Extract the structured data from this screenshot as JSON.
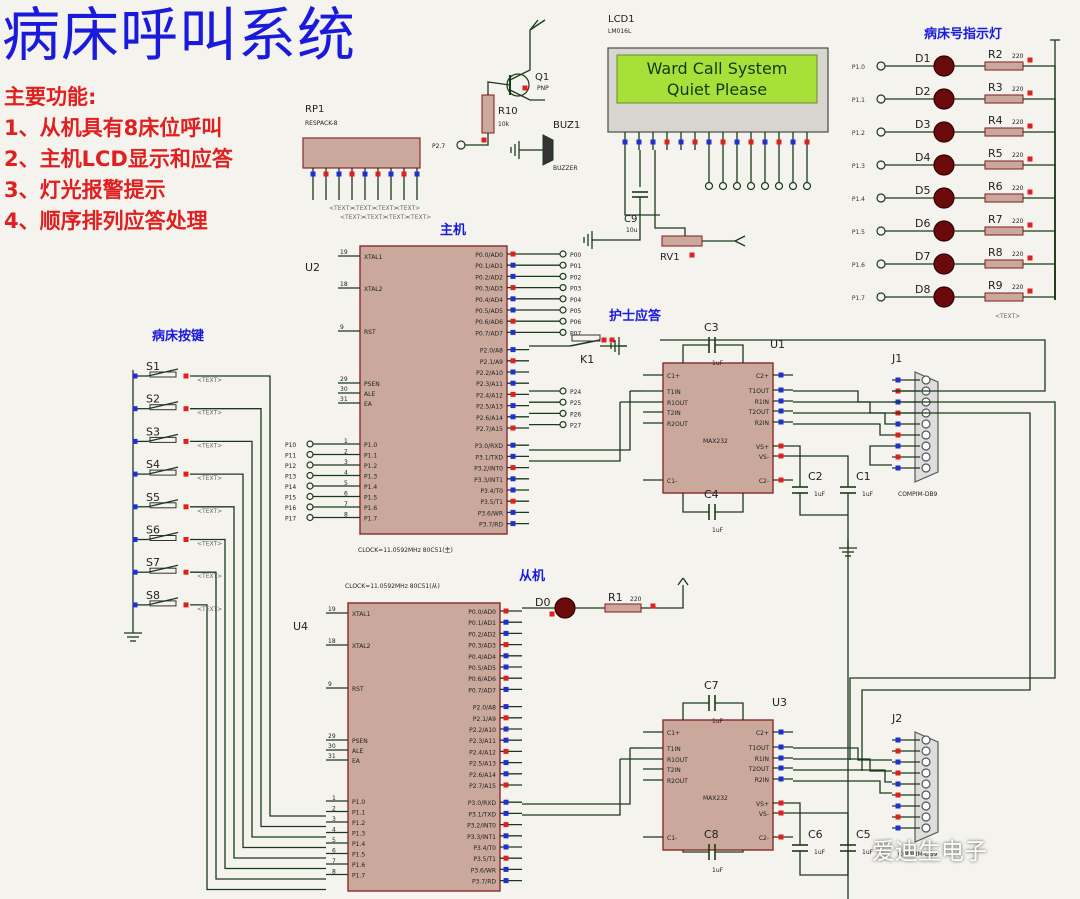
{
  "title": "病床呼叫系统",
  "features": {
    "heading": "主要功能:",
    "items": [
      "1、从机具有8床位呼叫",
      "2、主机LCD显示和应答",
      "3、灯光报警提示",
      "4、顺序排列应答处理"
    ]
  },
  "labels": {
    "master": "主机",
    "slave": "从机",
    "nurse_answer": "护士应答",
    "bed_keys": "病床按键",
    "bed_lamps": "病床号指示灯"
  },
  "lcd": {
    "ref": "LCD1",
    "part": "LM016L",
    "line1": "Ward Call System",
    "line2": "Quiet Please"
  },
  "components": {
    "rp1": "RP1",
    "rp1_part": "RESPACK-8",
    "q1": "Q1",
    "q1_part": "PNP",
    "r10": "R10",
    "r10_val": "10k",
    "buz1": "BUZ1",
    "buz1_part": "BUZZER",
    "p27_q": "P2.7",
    "c9": "C9",
    "c9_val": "10u",
    "rv1": "RV1",
    "u2": "U2",
    "u4": "U4",
    "u1": "U1",
    "u3": "U3",
    "u_part": "MAX232",
    "j1": "J1",
    "j2": "J2",
    "j_part": "COMPIM-DB9",
    "c1": "C1",
    "c2": "C2",
    "c3": "C3",
    "c4": "C4",
    "c5": "C5",
    "c6": "C6",
    "c7": "C7",
    "c8": "C8",
    "cap_val": "1uF",
    "k1": "K1",
    "d0": "D0",
    "r1": "R1",
    "r_val": "220",
    "clock_master": "CLOCK=11.0592MHz  80C51(主)",
    "clock_slave": "CLOCK=11.0592MHz  80C51(从)"
  },
  "bed_switches": [
    "S1",
    "S2",
    "S3",
    "S4",
    "S5",
    "S6",
    "S7",
    "S8"
  ],
  "bed_lamps": [
    {
      "port": "P1.0",
      "led": "D1",
      "res": "R2",
      "val": "220"
    },
    {
      "port": "P1.1",
      "led": "D2",
      "res": "R3",
      "val": "220"
    },
    {
      "port": "P1.2",
      "led": "D3",
      "res": "R4",
      "val": "220"
    },
    {
      "port": "P1.3",
      "led": "D4",
      "res": "R5",
      "val": "220"
    },
    {
      "port": "P1.4",
      "led": "D5",
      "res": "R6",
      "val": "220"
    },
    {
      "port": "P1.5",
      "led": "D6",
      "res": "R7",
      "val": "220"
    },
    {
      "port": "P1.6",
      "led": "D7",
      "res": "R8",
      "val": "220"
    },
    {
      "port": "P1.7",
      "led": "D8",
      "res": "R9",
      "val": "220"
    }
  ],
  "mcu_left_top": [
    "XTAL1",
    "XTAL2",
    "RST",
    "PSEN",
    "ALE",
    "EA"
  ],
  "mcu_right": [
    "P0.0/AD0",
    "P0.1/AD1",
    "P0.2/AD2",
    "P0.3/AD3",
    "P0.4/AD4",
    "P0.5/AD5",
    "P0.6/AD6",
    "P0.7/AD7",
    "P2.0/A8",
    "P2.1/A9",
    "P2.2/A10",
    "P2.3/A11",
    "P2.4/A12",
    "P2.5/A13",
    "P2.6/A14",
    "P2.7/A15",
    "P3.0/RXD",
    "P3.1/TXD",
    "P3.2/INT0",
    "P3.3/INT1",
    "P3.4/T0",
    "P3.5/T1",
    "P3.6/WR",
    "P3.7/RD"
  ],
  "p1_pins": [
    "P1.0",
    "P1.1",
    "P1.2",
    "P1.3",
    "P1.4",
    "P1.5",
    "P1.6",
    "P1.7"
  ],
  "p0_net": [
    "P00",
    "P01",
    "P02",
    "P03",
    "P04",
    "P05",
    "P06",
    "P07"
  ],
  "p2_net": [
    "P24",
    "P25",
    "P26",
    "P27"
  ],
  "p1_net": [
    "P10",
    "P11",
    "P12",
    "P13",
    "P14",
    "P15",
    "P16",
    "P17"
  ],
  "max_left": [
    "C1+",
    "T1IN",
    "R1OUT",
    "T2IN",
    "R2OUT",
    "C1-"
  ],
  "max_right": [
    "C2+",
    "T1OUT",
    "R1IN",
    "T2OUT",
    "R2IN",
    "VS+",
    "VS-",
    "C2-"
  ],
  "text_tag": "<TEXT>",
  "watermark": "爱迪生电子",
  "colors": {
    "wire": "#1a3b1a",
    "body": "#caa99c",
    "outline": "#8a2a2a",
    "pin_red": "#e02020",
    "pin_blue": "#2030d0",
    "lcd": "#a8e03a",
    "lcd_text": "#123a10",
    "title": "#1a1adc",
    "feature": "#e02020",
    "label": "#1a1adc"
  }
}
